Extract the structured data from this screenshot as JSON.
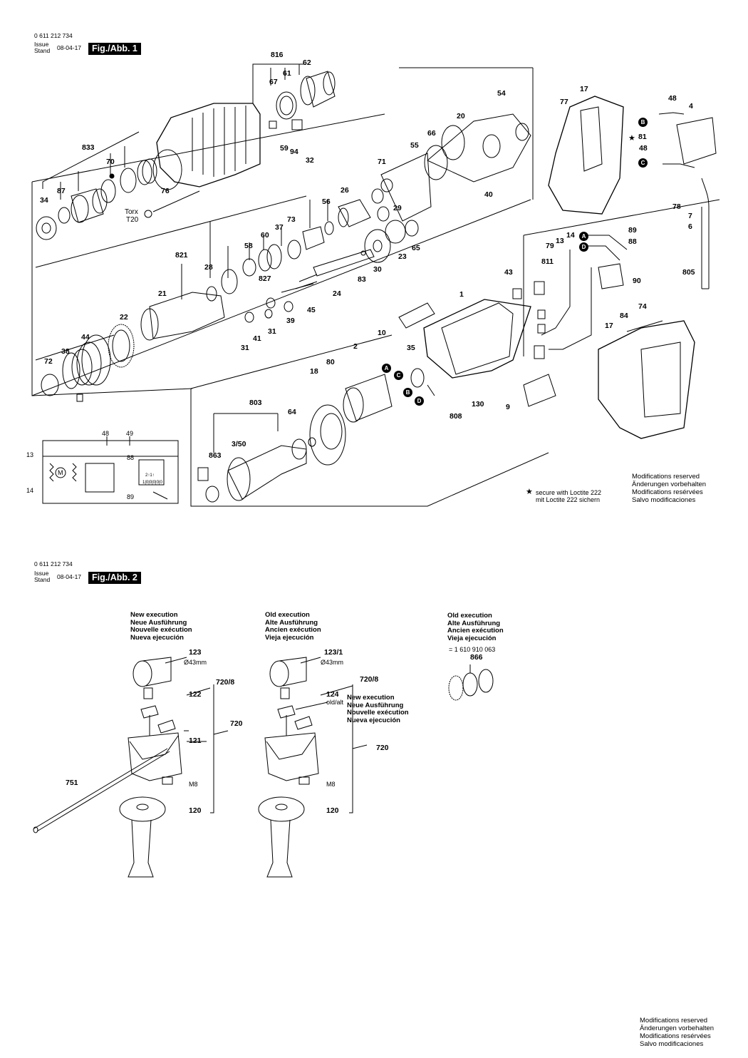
{
  "page1": {
    "doc_number": "0 611 212 734",
    "issue_label": "Issue",
    "stand_label": "Stand",
    "date": "08-04-17",
    "fig_label": "Fig./Abb. 1",
    "torx": "Torx",
    "torx_size": "T20",
    "loctite_note": [
      "secure with Loctite 222",
      "mit Loctite 222 sichern"
    ],
    "modifications": [
      "Modifications reserved",
      "Änderungen vorbehalten",
      "Modifications resérvées",
      "Salvo modificaciones"
    ],
    "parts": [
      "816",
      "61",
      "62",
      "67",
      "54",
      "17",
      "77",
      "20",
      "48",
      "4",
      "66",
      "81",
      "833",
      "59",
      "55",
      "48",
      "70",
      "94",
      "32",
      "71",
      "34",
      "87",
      "76",
      "26",
      "40",
      "78",
      "7",
      "56",
      "73",
      "29",
      "37",
      "60",
      "6",
      "58",
      "65",
      "23",
      "821",
      "827",
      "30",
      "89",
      "28",
      "83",
      "88",
      "14",
      "13",
      "79",
      "811",
      "43",
      "90",
      "805",
      "21",
      "24",
      "45",
      "39",
      "31",
      "41",
      "1",
      "84",
      "74",
      "22",
      "31",
      "44",
      "10",
      "17",
      "38",
      "2",
      "35",
      "72",
      "80",
      "18",
      "130",
      "9",
      "808",
      "803",
      "64",
      "863",
      "3/50",
      "48",
      "49",
      "13",
      "88",
      "14",
      "89"
    ],
    "wiring_labels": {
      "motor": "M",
      "code": "2↑1↑",
      "code2": "1|0|0|0|0|0"
    }
  },
  "page2": {
    "doc_number": "0 611 212 734",
    "issue_label": "Issue",
    "stand_label": "Stand",
    "date": "08-04-17",
    "fig_label": "Fig./Abb. 2",
    "new_execution": [
      "New execution",
      "Neue Ausführung",
      "Nouvelle exécution",
      "Nueva ejecución"
    ],
    "old_execution": [
      "Old execution",
      "Alte Ausführung",
      "Ancien exécution",
      "Vieja ejecución"
    ],
    "new_execution_2": [
      "New execution",
      "Neue Ausführung",
      "Nouvelle exécution",
      "Nueva ejecución"
    ],
    "old_execution_right": [
      "Old execution",
      "Alte Ausführung",
      "Ancien exécution",
      "Vieja ejecución"
    ],
    "old_part_number": "= 1 610 910 063",
    "part_866": "866",
    "left_parts": {
      "p123": "123",
      "dia1": "Ø43mm",
      "p720_8": "720/8",
      "p122": "122",
      "p720": "720",
      "p121": "121",
      "p751": "751",
      "m8": "M8",
      "p120": "120"
    },
    "right_parts": {
      "p123_1": "123/1",
      "dia2": "Ø43mm",
      "p720_8": "720/8",
      "p124": "124",
      "oldalt": "old/alt",
      "p720": "720",
      "m8": "M8",
      "p120": "120"
    },
    "modifications": [
      "Modifications reserved",
      "Änderungen vorbehalten",
      "Modifications resérvées",
      "Salvo modificaciones"
    ]
  }
}
